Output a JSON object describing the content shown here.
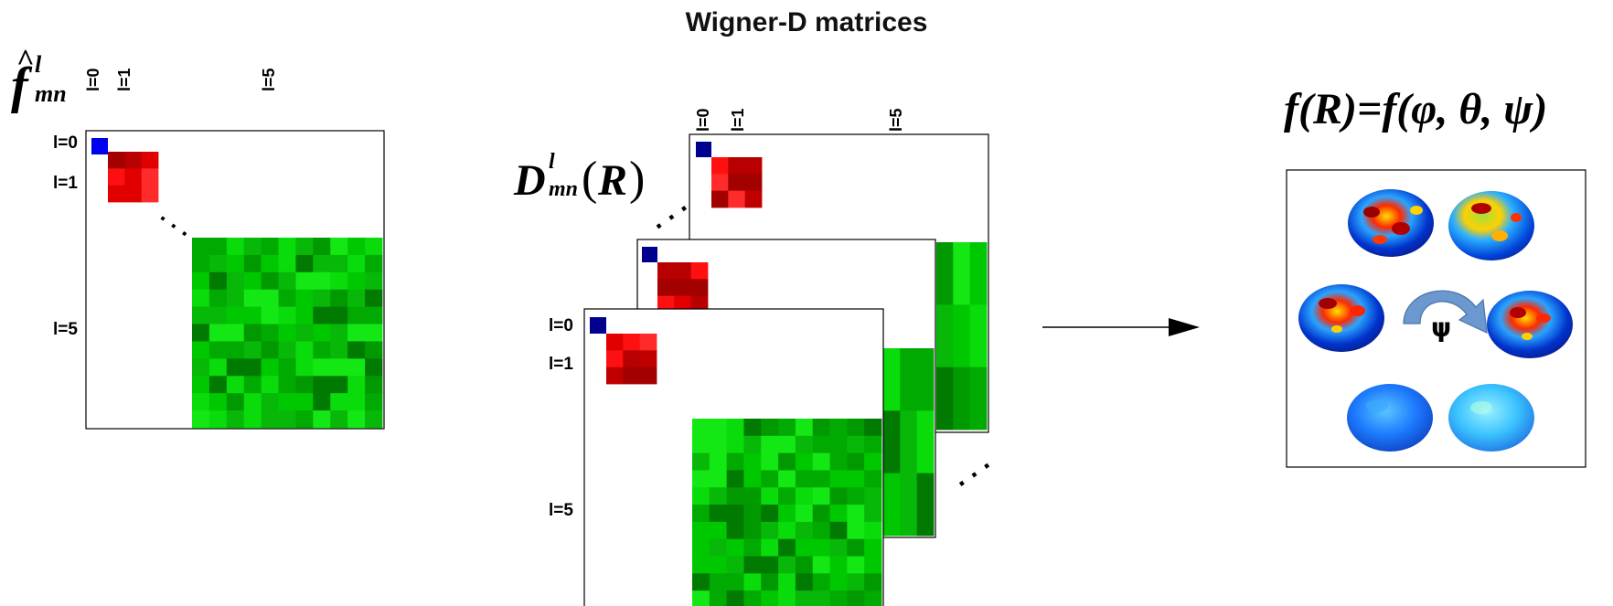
{
  "title": "Wigner-D matrices",
  "left_matrix": {
    "symbol": "f",
    "superscript": "l",
    "subscript": "mn",
    "col_labels": [
      "l=0",
      "l=1",
      "l=5"
    ],
    "row_labels": [
      "l=0",
      "l=1",
      "l=5"
    ],
    "ellipsis": "⋱"
  },
  "middle_stack": {
    "symbol": "D",
    "superscript": "l",
    "subscript": "mn",
    "argument": "R",
    "col_labels": [
      "l=0",
      "l=1",
      "l=5"
    ],
    "row_labels": [
      "l=0",
      "l=1",
      "l=5"
    ],
    "ellipsis": "⋰"
  },
  "right_panel": {
    "equation": "f(R)=f(φ, θ, ψ)",
    "rotation_label": "ψ"
  },
  "colors": {
    "l0_block": "#0000cc",
    "l1_block": "#e00000",
    "l5_block": "#11cc11",
    "arrow": "#000000",
    "rotation_arrow": "#6a98cf"
  }
}
